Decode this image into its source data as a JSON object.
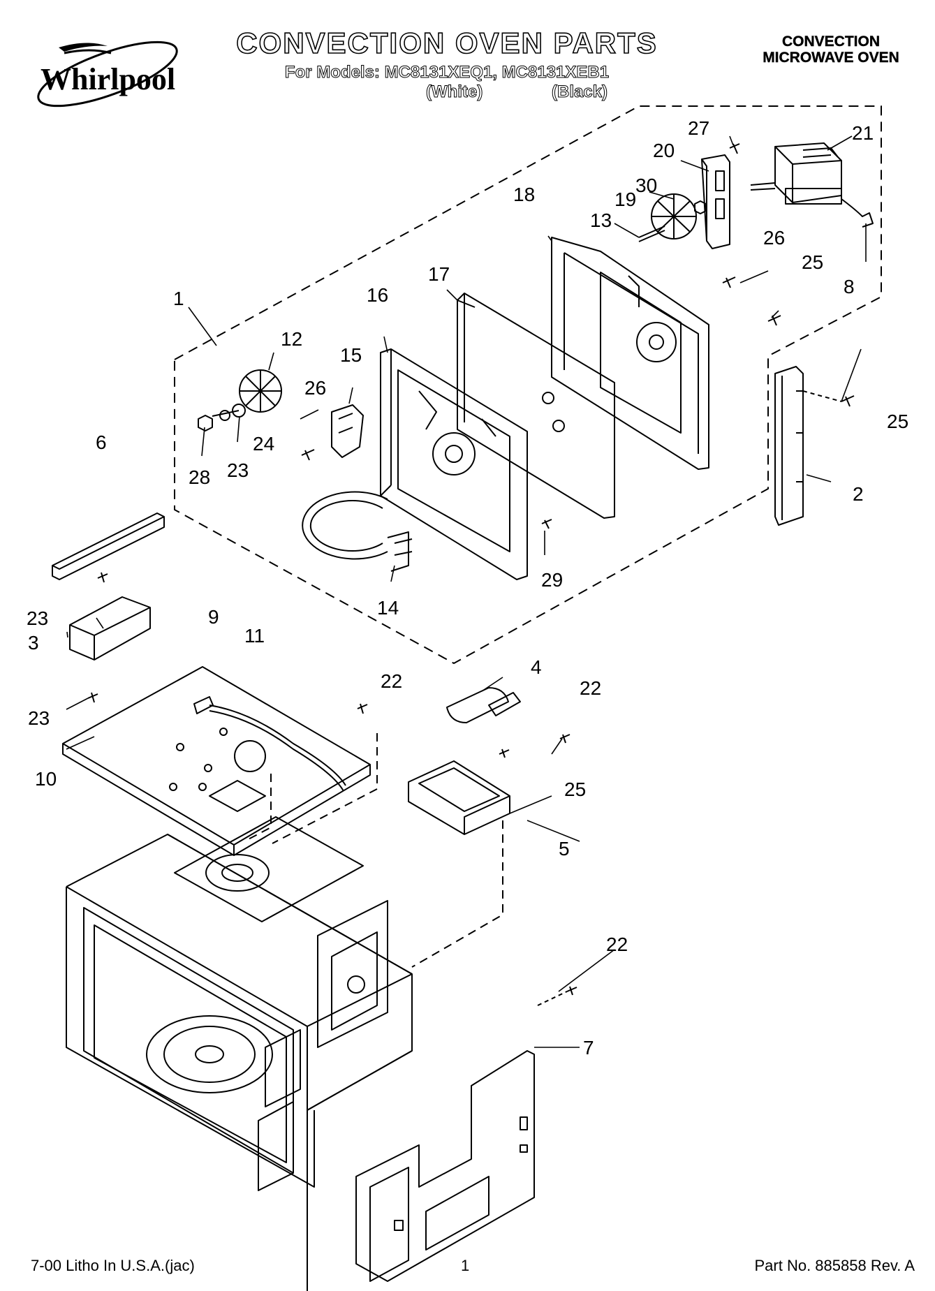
{
  "header": {
    "brand": "Whirlpool",
    "title": "CONVECTION OVEN PARTS",
    "models": "For Models: MC8131XEQ1, MC8131XEB1",
    "color_white": "(White)",
    "color_black": "(Black)",
    "corner_line1": "CONVECTION",
    "corner_line2": "MICROWAVE OVEN"
  },
  "callouts": {
    "c1": "1",
    "c2": "2",
    "c3": "3",
    "c4": "4",
    "c5": "5",
    "c6": "6",
    "c7": "7",
    "c8": "8",
    "c9": "9",
    "c10": "10",
    "c11": "11",
    "c12": "12",
    "c13": "13",
    "c14": "14",
    "c15": "15",
    "c16": "16",
    "c17": "17",
    "c18": "18",
    "c19": "19",
    "c20": "20",
    "c21": "21",
    "c22": "22",
    "c23": "23",
    "c24": "24",
    "c25": "25",
    "c26": "26",
    "c27": "27",
    "c28": "28",
    "c29": "29",
    "c30": "30"
  },
  "footer": {
    "litho": "7-00 Litho In U.S.A.(jac)",
    "page": "1",
    "part_no": "Part No. 885858 Rev. A"
  }
}
